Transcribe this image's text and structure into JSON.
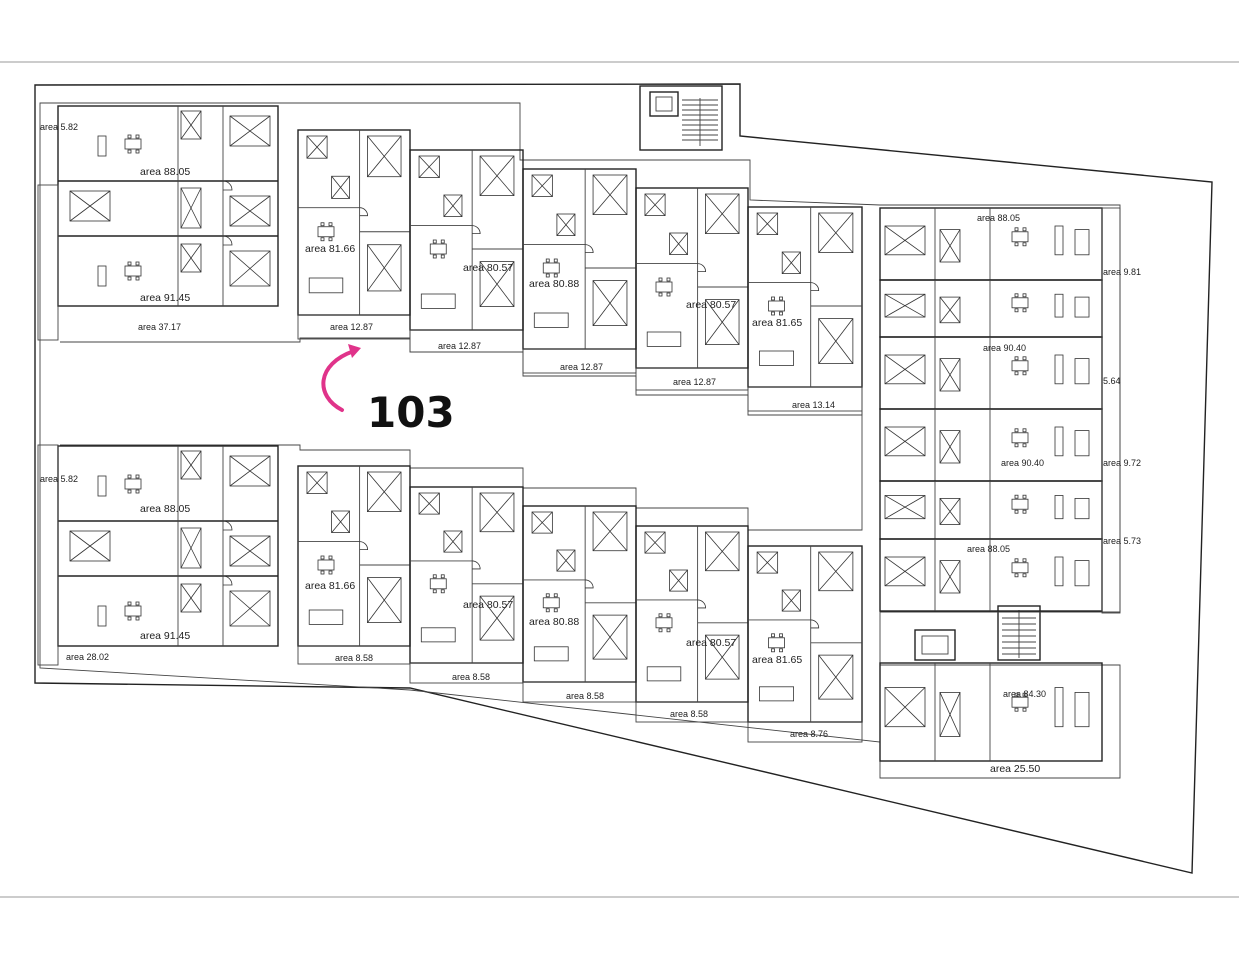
{
  "callout": {
    "unit_number": "103",
    "arrow_color": "#e0338a"
  },
  "area_word": "area",
  "labels": {
    "l01": "5.82",
    "l02": "88.05",
    "l03": "91.45",
    "l04": "37.17",
    "l05": "81.66",
    "l06": "12.87",
    "l07": "80.57",
    "l08": "12.87",
    "l09": "80.88",
    "l10": "12.87",
    "l11": "80.57",
    "l12": "12.87",
    "l13": "81.65",
    "l14": "13.14",
    "l15": "88.05",
    "l16": "9.81",
    "l17": "90.40",
    "l18": "5.64",
    "l19": "90.40",
    "l20": "9.72",
    "l21": "88.05",
    "l22": "5.73",
    "l23": "5.82",
    "l24": "88.05",
    "l25": "91.45",
    "l26": "28.02",
    "l27": "81.66",
    "l28": "8.58",
    "l29": "80.57",
    "l30": "8.58",
    "l31": "80.88",
    "l32": "8.58",
    "l33": "80.57",
    "l34": "8.58",
    "l35": "81.65",
    "l36": "8.76",
    "l37": "84.30",
    "l38": "25.50"
  }
}
